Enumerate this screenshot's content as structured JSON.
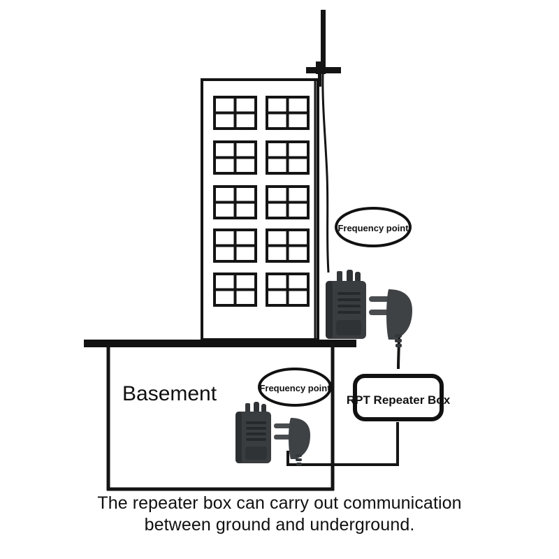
{
  "diagram": {
    "title": "RPT repeater box ground and underground communication diagram",
    "background_color": "#ffffff",
    "line_color": "#101010",
    "radio_body_color": "#3a3d40"
  },
  "building": {
    "name": "multi-story building",
    "window_rows": 5,
    "window_cols": 2,
    "window_panes": 4
  },
  "antenna": {
    "label": "rooftop antenna"
  },
  "labels": {
    "basement": "Basement",
    "frequency_point_upper": "Frequency point",
    "frequency_point_lower": "Frequency point",
    "repeater_box": "RPT Repeater Box"
  },
  "devices": {
    "upper_radio": "handheld two-way radio (ground level)",
    "lower_radio": "handheld two-way radio (basement)",
    "upper_connector": "two-pin headset connector",
    "lower_connector": "two-pin headset connector"
  },
  "caption": {
    "line1": "The repeater box can carry out communication",
    "line2": "between ground and underground."
  }
}
